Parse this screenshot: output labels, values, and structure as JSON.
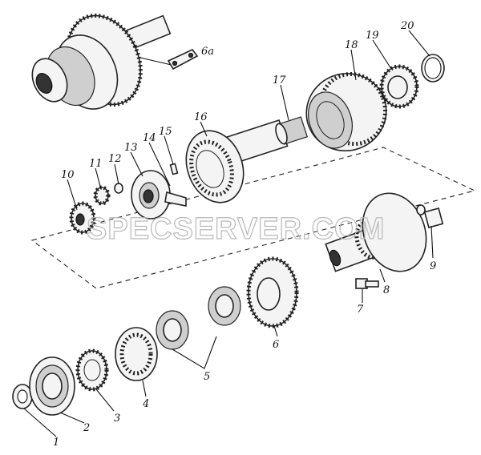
{
  "watermark": "SPECSERVER.COM",
  "callouts": {
    "c1": "1",
    "c2": "2",
    "c3": "3",
    "c4": "4",
    "c5": "5",
    "c6": "6",
    "c6a": "6а",
    "c7": "7",
    "c8": "8",
    "c9": "9",
    "c10": "10",
    "c11": "11",
    "c12": "12",
    "c13": "13",
    "c14": "14",
    "c15": "15",
    "c16": "16",
    "c17": "17",
    "c18": "18",
    "c19": "19",
    "c20": "20"
  }
}
